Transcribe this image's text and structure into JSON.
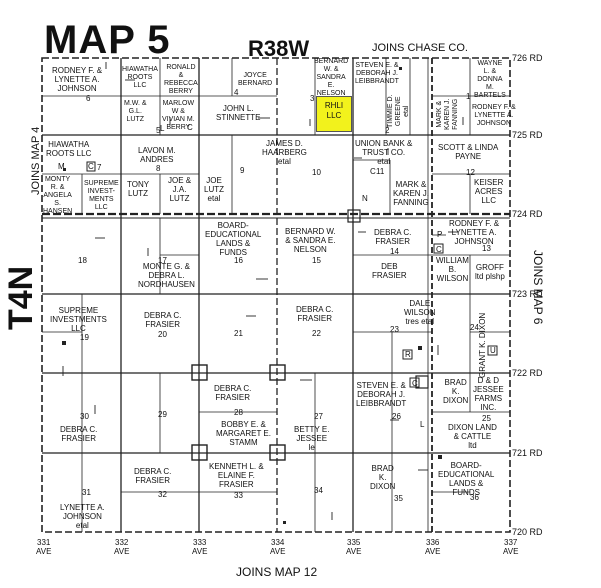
{
  "title": "MAP 5",
  "range": "R38W",
  "joins": {
    "top": "JOINS CHASE CO.",
    "left": "JOINS MAP 4",
    "right": "JOINS MAP 6",
    "bottom": "JOINS MAP 12"
  },
  "township": "T4N",
  "roads_right": [
    "726 RD",
    "725 RD",
    "724 RD",
    "723 RD",
    "722 RD",
    "721 RD",
    "720 RD"
  ],
  "roads_bottom": [
    {
      "num": "331",
      "ave": "AVE"
    },
    {
      "num": "332",
      "ave": "AVE"
    },
    {
      "num": "333",
      "ave": "AVE"
    },
    {
      "num": "334",
      "ave": "AVE"
    },
    {
      "num": "335",
      "ave": "AVE"
    },
    {
      "num": "336",
      "ave": "AVE"
    },
    {
      "num": "337",
      "ave": "AVE"
    }
  ],
  "owners": [
    {
      "id": "rodney-johnson-6",
      "text": "RODNEY F. &\nLYNETTE A.\nJOHNSON"
    },
    {
      "id": "hiawatha-roots-5",
      "text": "HIAWATHA\nROOTS\nLLC"
    },
    {
      "id": "ronald-berry",
      "text": "RONALD\n&\nREBECCA\nBERRY"
    },
    {
      "id": "mw-gl-lutz",
      "text": "M.W. &\nG.L.\nLUTZ"
    },
    {
      "id": "marlow-berry",
      "text": "MARLOW\nW &\nVIVIAN M.\nBERRY"
    },
    {
      "id": "joyce-bernard",
      "text": "JOYCE\nBERNARD"
    },
    {
      "id": "john-stinnette",
      "text": "JOHN L.\nSTINNETTE"
    },
    {
      "id": "bernard-nelson-3",
      "text": "BERNARD\nW. &\nSANDRA\nE.\nNELSON"
    },
    {
      "id": "rhli",
      "text": "RHLI\nLLC"
    },
    {
      "id": "leibbrandt-2",
      "text": "STEVEN E. &\nDEBORAH J.\nLEIBBRANDT"
    },
    {
      "id": "timmie-greene",
      "text": "TIMMIE D.\nGREENE\netal"
    },
    {
      "id": "mark-fanning-1",
      "text": "MARK &\nKAREN J.\nFANNING"
    },
    {
      "id": "wayne-bartels",
      "text": "WAYNE\nL. &\nDONNA\nM.\nBARTELS"
    },
    {
      "id": "rodney-johnson-1",
      "text": "RODNEY F. &\nLYNETTE A.\nJOHNSON"
    },
    {
      "id": "hiawatha-roots-7",
      "text": "HIAWATHA\nROOTS LLC"
    },
    {
      "id": "lavon-andres",
      "text": "LAVON M.\nANDRES"
    },
    {
      "id": "haarberg",
      "text": "JAMES D.\nHAARBERG\netal"
    },
    {
      "id": "union-bank",
      "text": "UNION BANK &\nTRUST CO.\netal"
    },
    {
      "id": "scott-payne",
      "text": "SCOTT & LINDA\nPAYNE"
    },
    {
      "id": "monty-hansen",
      "text": "MONTY\nR. &\nANGELA\nS.\nHANSEN"
    },
    {
      "id": "supreme-small",
      "text": "SUPREME\nINVEST-\nMENTS\nLLC"
    },
    {
      "id": "tony-lutz",
      "text": "TONY\nLUTZ"
    },
    {
      "id": "joe-ja-lutz",
      "text": "JOE &\nJ.A.\nLUTZ"
    },
    {
      "id": "joe-lutz-etal",
      "text": "JOE\nLUTZ\netal"
    },
    {
      "id": "mark-fanning-12",
      "text": "MARK &\nKAREN J.\nFANNING"
    },
    {
      "id": "keiser-acres",
      "text": "KEISER\nACRES\nLLC"
    },
    {
      "id": "board-ed-16",
      "text": "BOARD-\nEDUCATIONAL\nLANDS &\nFUNDS"
    },
    {
      "id": "bernard-nelson-15",
      "text": "BERNARD W.\n& SANDRA E.\nNELSON"
    },
    {
      "id": "debra-frasier-14",
      "text": "DEBRA C.\nFRASIER"
    },
    {
      "id": "rodney-johnson-13",
      "text": "RODNEY F. &\nLYNETTE A.\nJOHNSON"
    },
    {
      "id": "monte-nordhausen",
      "text": "MONTE G. &\nDEBRA L.\nNORDHAUSEN"
    },
    {
      "id": "deb-frasier",
      "text": "DEB\nFRASIER"
    },
    {
      "id": "william-wilson",
      "text": "WILLIAM\nB.\nWILSON"
    },
    {
      "id": "groff",
      "text": "GROFF\nltd plshp"
    },
    {
      "id": "supreme-19",
      "text": "SUPREME\nINVESTMENTS\nLLC"
    },
    {
      "id": "debra-frasier-20",
      "text": "DEBRA C.\nFRASIER"
    },
    {
      "id": "debra-frasier-22",
      "text": "DEBRA C.\nFRASIER"
    },
    {
      "id": "dale-wilson",
      "text": "DALE\nWILSON\ntres etal"
    },
    {
      "id": "grant-dixon",
      "text": "GRANT K. DIXON"
    },
    {
      "id": "brad-dixon-25",
      "text": "BRAD\nK.\nDIXON"
    },
    {
      "id": "dd-jessee",
      "text": "D & D\nJESSEE\nFARMS\nINC."
    },
    {
      "id": "debra-frasier-28",
      "text": "DEBRA C.\nFRASIER"
    },
    {
      "id": "leibbrandt-26",
      "text": "STEVEN E. &\nDEBORAH J.\nLEIBBRANDT"
    },
    {
      "id": "debra-frasier-30",
      "text": "DEBRA C.\nFRASIER"
    },
    {
      "id": "bobby-stamm",
      "text": "BOBBY E. &\nMARGARET E.\nSTAMM"
    },
    {
      "id": "betty-jessee",
      "text": "BETTY E.\nJESSEE\nle"
    },
    {
      "id": "dixon-land",
      "text": "DIXON LAND\n& CATTLE\nltd"
    },
    {
      "id": "debra-frasier-32",
      "text": "DEBRA C.\nFRASIER"
    },
    {
      "id": "kenneth-frasier",
      "text": "KENNETH L. &\nELAINE F.\nFRASIER"
    },
    {
      "id": "brad-dixon-35",
      "text": "BRAD\nK.\nDIXON"
    },
    {
      "id": "board-ed-36",
      "text": "BOARD-\nEDUCATIONAL\nLANDS &\nFUNDS"
    },
    {
      "id": "lynette-johnson",
      "text": "LYNETTE A.\nJOHNSON\netal"
    }
  ],
  "sections": [
    "6",
    "5",
    "4",
    "3",
    "2",
    "1",
    "7",
    "8",
    "9",
    "10",
    "11",
    "12",
    "18",
    "17",
    "16",
    "15",
    "14",
    "13",
    "19",
    "20",
    "21",
    "22",
    "23",
    "24",
    "30",
    "29",
    "28",
    "27",
    "26",
    "25",
    "31",
    "32",
    "33",
    "34",
    "35",
    "36"
  ],
  "map_markers": [
    "M",
    "C",
    "C",
    "N",
    "P",
    "C",
    "R",
    "U",
    "C",
    "C",
    "L",
    "L"
  ]
}
